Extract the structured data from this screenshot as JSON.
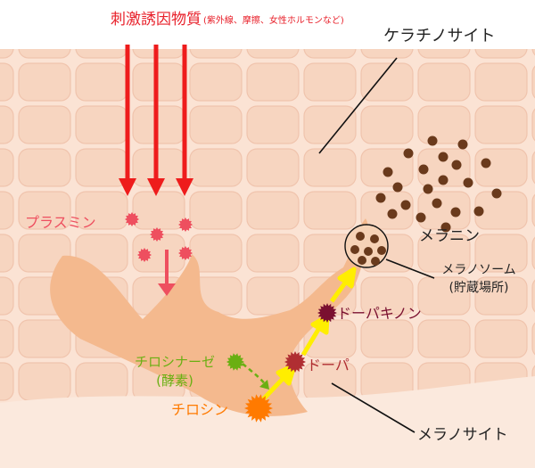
{
  "title": {
    "main": "刺激誘因物質",
    "sub": "(紫外線、摩擦、女性ホルモンなど)"
  },
  "labels": {
    "keratinocyte": "ケラチノサイト",
    "plasmin": "プラスミン",
    "melanin": "メラニン",
    "melanosome_line1": "メラノソーム",
    "melanosome_line2": "(貯蔵場所)",
    "dopaquinone": "ドーパキノン",
    "tyrosinase_line1": "チロシナーゼ",
    "tyrosinase_line2": "(酵素)",
    "dopa": "ドーパ",
    "tyrosine": "チロシン",
    "melanocyte": "メラノサイト"
  },
  "colors": {
    "skin_background": "#fbe3d4",
    "cell_fill": "#f7d5c0",
    "cell_stroke": "#f0c4ad",
    "melanocyte": "#f4b98e",
    "red_arrow": "#ee1c1c",
    "title_text": "#e8202a",
    "plasmin": "#ee4f5f",
    "tyrosinase": "#6aaf12",
    "tyrosine": "#ff7a00",
    "dopa": "#b02e32",
    "dopaquinone": "#7a1030",
    "melanin_dot": "#6a3a1c",
    "yellow_arrow": "#ffee00",
    "label_text": "#222222"
  }
}
